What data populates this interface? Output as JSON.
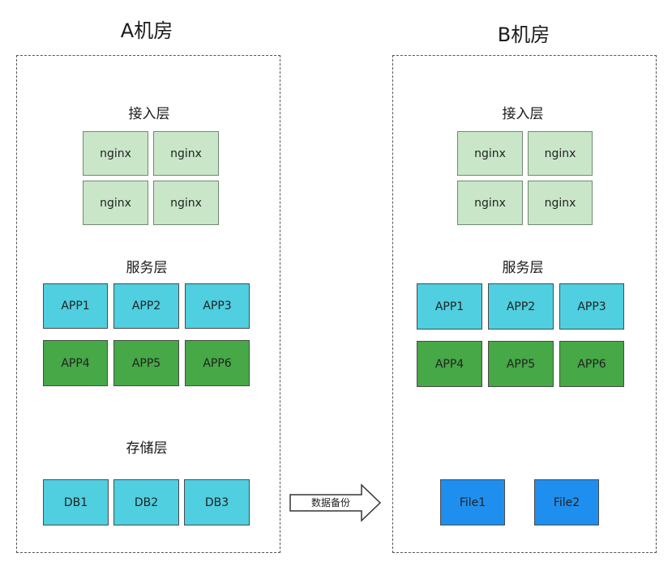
{
  "room_a": {
    "title": "A机房",
    "access_layer": {
      "title": "接入层",
      "nodes": [
        "nginx",
        "nginx",
        "nginx",
        "nginx"
      ]
    },
    "service_layer": {
      "title": "服务层",
      "row1": [
        "APP1",
        "APP2",
        "APP3"
      ],
      "row2": [
        "APP4",
        "APP5",
        "APP6"
      ]
    },
    "storage_layer": {
      "title": "存储层",
      "nodes": [
        "DB1",
        "DB2",
        "DB3"
      ]
    }
  },
  "room_b": {
    "title": "B机房",
    "access_layer": {
      "title": "接入层",
      "nodes": [
        "nginx",
        "nginx",
        "nginx",
        "nginx"
      ]
    },
    "service_layer": {
      "title": "服务层",
      "row1": [
        "APP1",
        "APP2",
        "APP3"
      ],
      "row2": [
        "APP4",
        "APP5",
        "APP6"
      ]
    },
    "storage_nodes": [
      "File1",
      "File2"
    ]
  },
  "arrow": {
    "label": "数据备份"
  },
  "colors": {
    "nginx": "#c9e6c9",
    "app_blue": "#4fcfe0",
    "app_green": "#46a846",
    "db": "#4fcfe0",
    "file": "#1f8fef"
  }
}
